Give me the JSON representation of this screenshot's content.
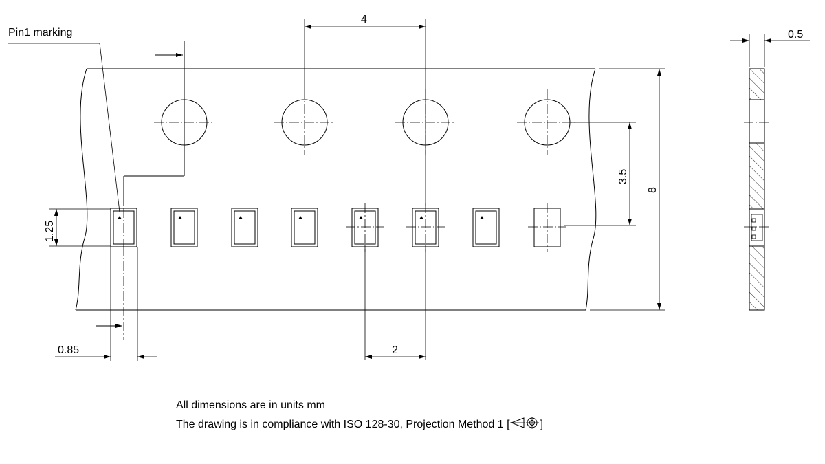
{
  "labels": {
    "pin1_marking": "Pin1 marking",
    "pitch_sprocket": "4",
    "thickness": "0.5",
    "sprocket_to_cavity": "3.5",
    "tape_width": "8",
    "cavity_height": "1.25",
    "cavity_offset": "0.85",
    "cavity_pitch": "2"
  },
  "notes": {
    "units": "All dimensions are in units mm",
    "compliance_prefix": "The drawing is in compliance with ISO 128-30, Projection Method 1 [",
    "compliance_suffix": "]"
  }
}
